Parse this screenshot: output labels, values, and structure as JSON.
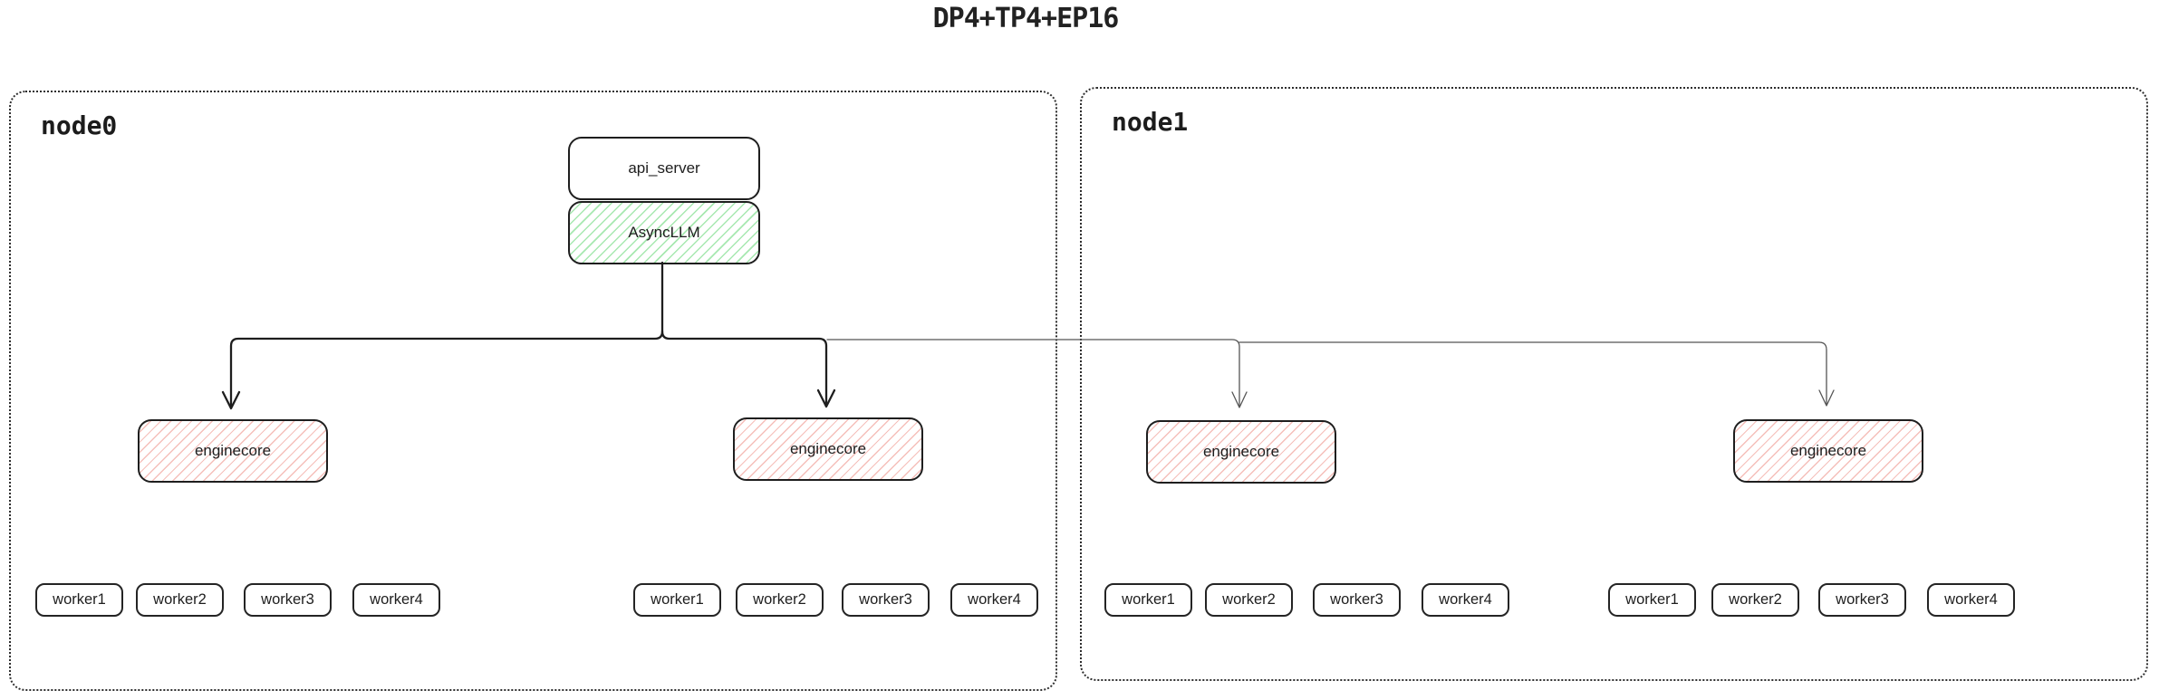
{
  "title": "DP4+TP4+EP16",
  "colors": {
    "stroke": "#1e1e1e",
    "hatch_green": "#a7e8b0",
    "hatch_red": "#f5bfba",
    "thin_line": "#555555"
  },
  "node0": {
    "label": "node0",
    "api_server_label": "api_server",
    "asyncllm_label": "AsyncLLM",
    "enginecores": [
      "enginecore",
      "enginecore"
    ],
    "worker_groups": [
      [
        "worker1",
        "worker2",
        "worker3",
        "worker4"
      ],
      [
        "worker1",
        "worker2",
        "worker3",
        "worker4"
      ]
    ]
  },
  "node1": {
    "label": "node1",
    "enginecores": [
      "enginecore",
      "enginecore"
    ],
    "worker_groups": [
      [
        "worker1",
        "worker2",
        "worker3",
        "worker4"
      ],
      [
        "worker1",
        "worker2",
        "worker3",
        "worker4"
      ]
    ]
  }
}
